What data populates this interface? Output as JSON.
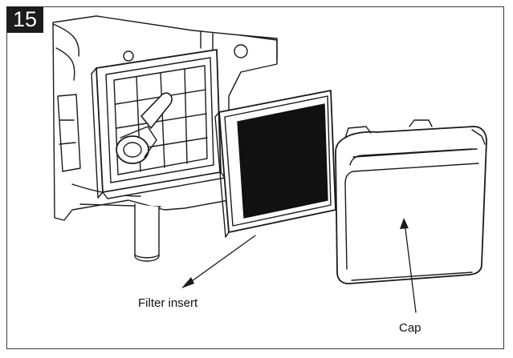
{
  "step_number": "15",
  "labels": {
    "filter_insert": "Filter insert",
    "cap": "Cap"
  },
  "colors": {
    "line": "#1a1a1a",
    "filter_media": "#111111",
    "background": "#ffffff",
    "badge": "#1c1c1c"
  }
}
